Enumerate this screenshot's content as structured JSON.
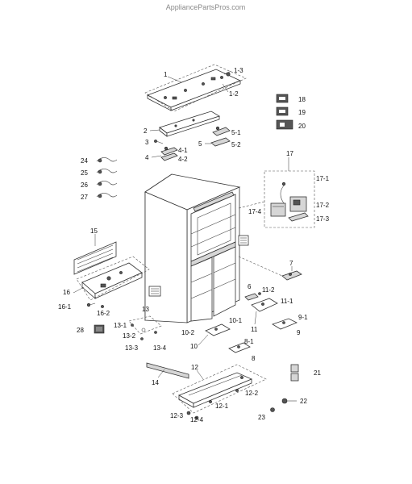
{
  "watermark": "AppliancePartsPros.com",
  "labels": {
    "p1": "1",
    "p1_3": "1-3",
    "p1_2": "1-2",
    "p2": "2",
    "p3": "3",
    "p4": "4",
    "p4_1": "4-1",
    "p4_2": "4-2",
    "p5": "5",
    "p5_1": "5-1",
    "p5_2": "5-2",
    "p6": "6",
    "p7": "7",
    "p8": "8",
    "p8_1": "8-1",
    "p9": "9",
    "p9_1": "9-1",
    "p10": "10",
    "p10_1": "10-1",
    "p10_2": "10-2",
    "p11": "11",
    "p11_1": "11-1",
    "p11_2": "11-2",
    "p12": "12",
    "p12_1": "12-1",
    "p12_2": "12-2",
    "p12_3": "12-3",
    "p12_4": "12-4",
    "p13": "13",
    "p13_1": "13-1",
    "p13_2": "13-2",
    "p13_3": "13-3",
    "p13_4": "13-4",
    "p14": "14",
    "p15": "15",
    "p16": "16",
    "p16_1": "16-1",
    "p16_2": "16-2",
    "p17": "17",
    "p17_1": "17-1",
    "p17_2": "17-2",
    "p17_3": "17-3",
    "p17_4": "17-4",
    "p18": "18",
    "p19": "19",
    "p20": "20",
    "p21": "21",
    "p22": "22",
    "p23": "23",
    "p24": "24",
    "p25": "25",
    "p26": "26",
    "p27": "27",
    "p28": "28"
  }
}
